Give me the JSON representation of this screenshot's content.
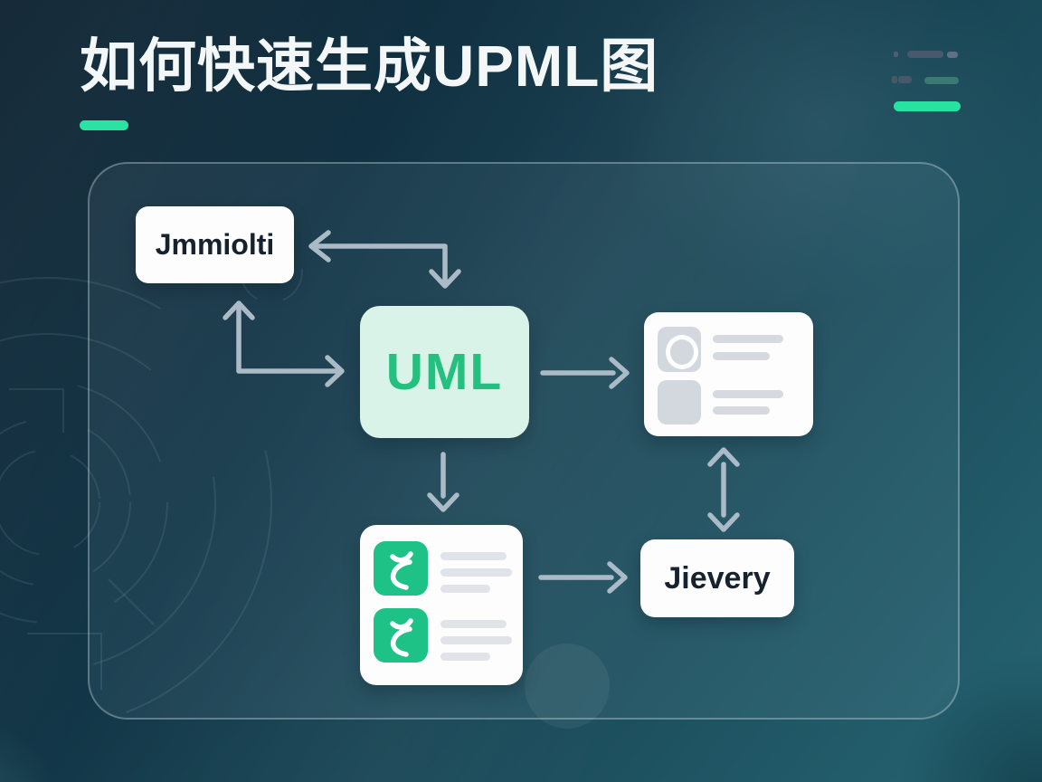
{
  "header": {
    "title": "如何快速生成UPML图"
  },
  "diagram": {
    "node_labels": {
      "top_left": "Jmmiolti",
      "center": "UML",
      "bottom_right": "Jievery"
    },
    "nodes": [
      {
        "id": "jmmiolti",
        "kind": "label-box",
        "label": "Jmmiolti"
      },
      {
        "id": "uml",
        "kind": "label-box",
        "label": "UML"
      },
      {
        "id": "preview_card",
        "kind": "skeleton-card",
        "rows": 2,
        "row_icon": "avatar-square"
      },
      {
        "id": "list_card",
        "kind": "skeleton-card",
        "rows": 2,
        "row_icon": "green-squiggle-square"
      },
      {
        "id": "jievery",
        "kind": "label-box",
        "label": "Jievery"
      }
    ],
    "edges": [
      {
        "from": "uml",
        "to": "jmmiolti",
        "type": "elbow",
        "arrowheads": [
          "left",
          "down"
        ]
      },
      {
        "from": "jmmiolti",
        "to": "uml",
        "type": "elbow",
        "arrowheads": [
          "up",
          "right"
        ]
      },
      {
        "from": "uml",
        "to": "preview_card",
        "type": "straight",
        "arrowheads": [
          "right"
        ]
      },
      {
        "from": "uml",
        "to": "list_card",
        "type": "straight",
        "arrowheads": [
          "down"
        ]
      },
      {
        "from": "preview_card",
        "to": "jievery",
        "type": "straight",
        "arrowheads": [
          "up",
          "down"
        ]
      },
      {
        "from": "list_card",
        "to": "jievery",
        "type": "straight",
        "arrowheads": [
          "right"
        ]
      }
    ]
  },
  "colors": {
    "accent_green": "#2ae3a2",
    "mint_fill": "#daf3e8",
    "uml_text": "#25c07f",
    "icon_green": "#1fc286",
    "arrow_gray": "#aabbc7",
    "node_text": "#16222e",
    "background_dark": "#0d2130",
    "background_teal": "#266472"
  }
}
